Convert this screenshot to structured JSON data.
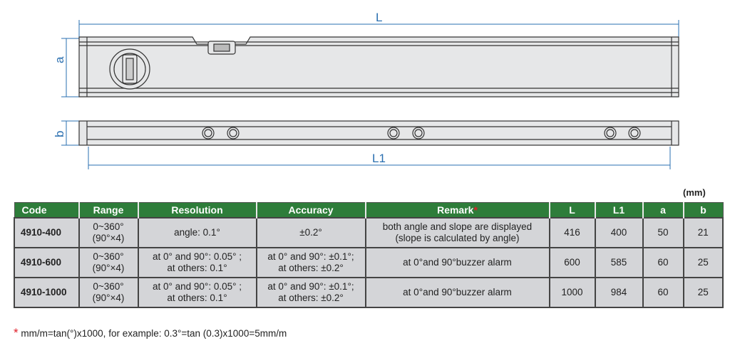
{
  "drawing": {
    "label_L": "L",
    "label_a": "a",
    "label_b": "b",
    "label_L1": "L1"
  },
  "unit": "(mm)",
  "table": {
    "headers": {
      "code": "Code",
      "range": "Range",
      "resolution": "Resolution",
      "accuracy": "Accuracy",
      "remark": "Remark",
      "remark_star": "*",
      "L": "L",
      "L1": "L1",
      "a": "a",
      "b": "b"
    },
    "rows": [
      {
        "code": "4910-400",
        "range1": "0~360°",
        "range2": "(90°×4)",
        "res1": "angle: 0.1°",
        "res2": "",
        "acc1": "±0.2°",
        "acc2": "",
        "rem1": "both angle and slope are displayed",
        "rem2": "(slope is calculated by angle)",
        "L": "416",
        "L1": "400",
        "a": "50",
        "b": "21"
      },
      {
        "code": "4910-600",
        "range1": "0~360°",
        "range2": "(90°×4)",
        "res1": "at 0° and 90°: 0.05° ;",
        "res2": "at others: 0.1°",
        "acc1": "at 0° and 90°: ±0.1°;",
        "acc2": "at others: ±0.2°",
        "rem1": "at 0°and 90°buzzer alarm",
        "rem2": "",
        "L": "600",
        "L1": "585",
        "a": "60",
        "b": "25"
      },
      {
        "code": "4910-1000",
        "range1": "0~360°",
        "range2": "(90°×4)",
        "res1": "at 0° and 90°: 0.05° ;",
        "res2": "at others: 0.1°",
        "acc1": "at 0° and 90°: ±0.1°;",
        "acc2": "at others: ±0.2°",
        "rem1": "at 0°and 90°buzzer alarm",
        "rem2": "",
        "L": "1000",
        "L1": "984",
        "a": "60",
        "b": "25"
      }
    ]
  },
  "note": {
    "star": "*",
    "text": " mm/m=tan(°)x1000, for example: 0.3°=tan (0.3)x1000=5mm/m"
  },
  "colors": {
    "header_green": "#2e7d3a",
    "cell_gray": "#d4d5d8",
    "dimension_blue": "#2a6fb0",
    "star_red": "#e0202a"
  }
}
